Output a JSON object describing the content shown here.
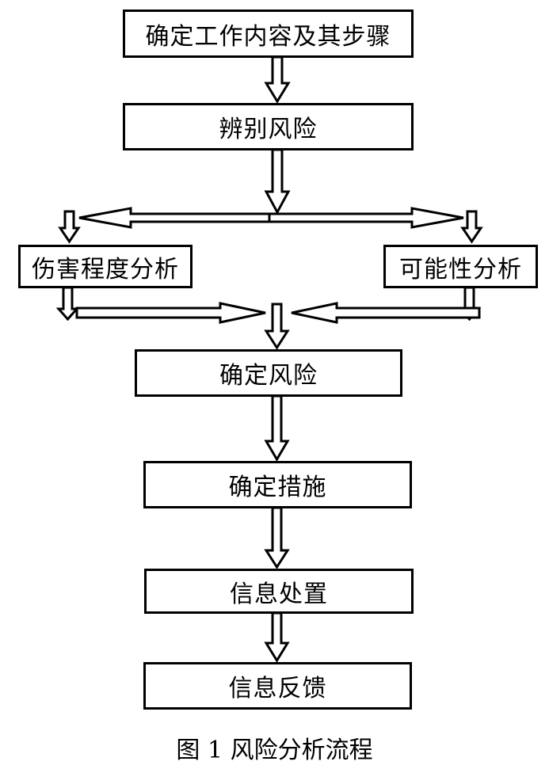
{
  "diagram": {
    "type": "flowchart",
    "nodes": [
      {
        "id": "n1",
        "label": "确定工作内容及其步骤"
      },
      {
        "id": "n2",
        "label": "辨别风险"
      },
      {
        "id": "n3",
        "label": "伤害程度分析"
      },
      {
        "id": "n4",
        "label": "可能性分析"
      },
      {
        "id": "n5",
        "label": "确定风险"
      },
      {
        "id": "n6",
        "label": "确定措施"
      },
      {
        "id": "n7",
        "label": "信息处置"
      },
      {
        "id": "n8",
        "label": "信息反馈"
      }
    ],
    "edges": [
      {
        "from": "n1",
        "to": "n2"
      },
      {
        "from": "n2",
        "to": "n3"
      },
      {
        "from": "n2",
        "to": "n4"
      },
      {
        "from": "n3",
        "to": "n5"
      },
      {
        "from": "n4",
        "to": "n5"
      },
      {
        "from": "n5",
        "to": "n6"
      },
      {
        "from": "n6",
        "to": "n7"
      },
      {
        "from": "n7",
        "to": "n8"
      }
    ],
    "arrow_style": "hollow-block",
    "line_color": "#000000",
    "fill_color": "#ffffff"
  },
  "caption": "图 1  风险分析流程"
}
